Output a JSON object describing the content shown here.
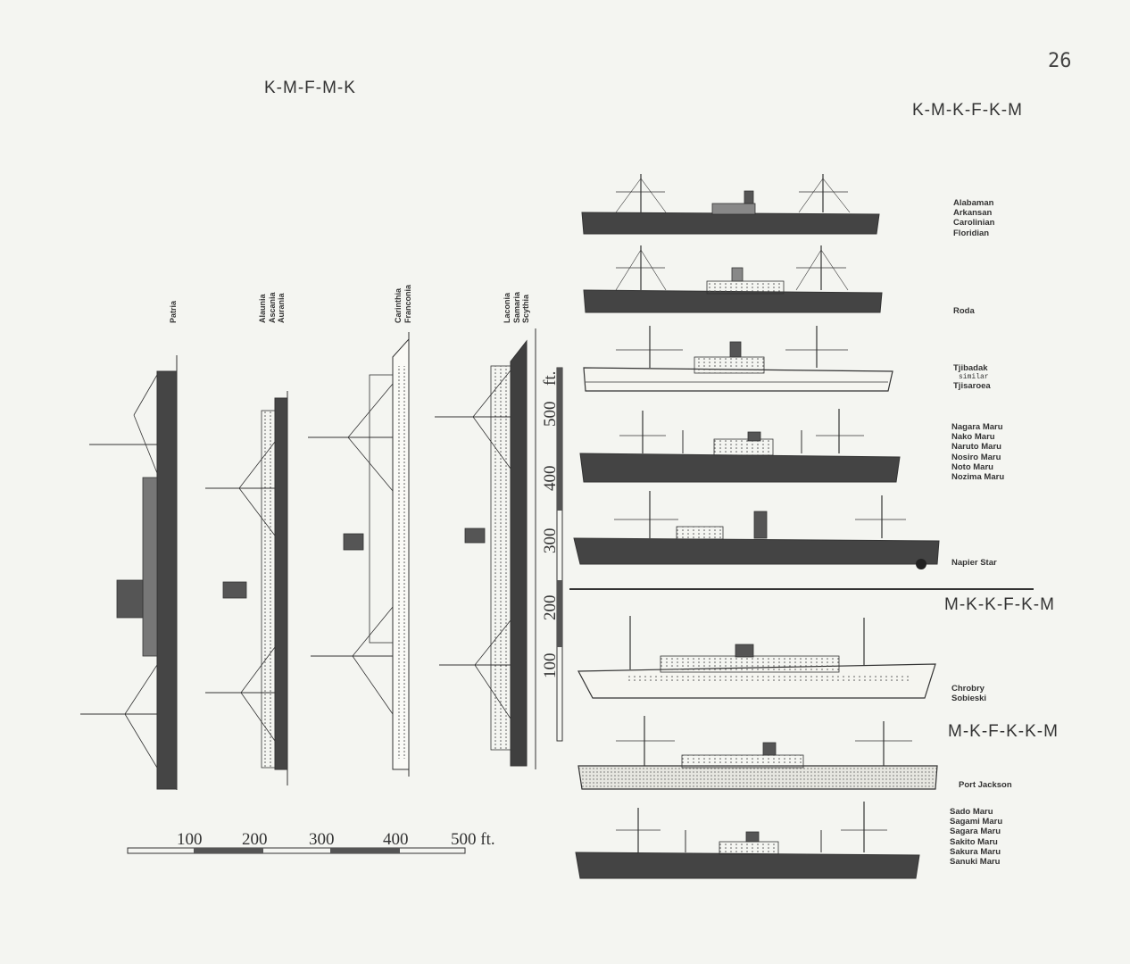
{
  "page_number": "26",
  "sections": {
    "left_heading": "K-M-F-M-K",
    "right_heading_1": "K-M-K-F-K-M",
    "right_heading_2": "M-K-K-F-K-M",
    "right_heading_3": "M-K-F-K-K-M"
  },
  "vertical_ships": [
    {
      "names": [
        "Patria"
      ]
    },
    {
      "names": [
        "Alaunia",
        "Ascania",
        "Aurania"
      ]
    },
    {
      "names": [
        "Carinthia",
        "Franconia"
      ]
    },
    {
      "names": [
        "Laconia",
        "Samaria",
        "Scythia"
      ]
    }
  ],
  "horizontal_ships": [
    {
      "names": [
        "Alabaman",
        "Arkansan",
        "Carolinian",
        "Floridian"
      ]
    },
    {
      "names": [
        "Roda"
      ]
    },
    {
      "names": [
        "Tjibadak"
      ],
      "note": "similar",
      "extra": "Tjisaroea"
    },
    {
      "names": [
        "Nagara Maru",
        "Nako Maru",
        "Naruto Maru",
        "Nosiro Maru",
        "Noto Maru",
        "Nozima Maru"
      ]
    },
    {
      "names": [
        "Napier Star"
      ]
    },
    {
      "names": [
        "Chrobry",
        "Sobieski"
      ]
    },
    {
      "names": [
        "Port Jackson"
      ]
    },
    {
      "names": [
        "Sado Maru",
        "Sagami Maru",
        "Sagara Maru",
        "Sakito Maru",
        "Sakura Maru",
        "Sanuki Maru"
      ]
    }
  ],
  "horizontal_scale": {
    "ticks": [
      "100",
      "200",
      "300",
      "400",
      "500 ft."
    ]
  },
  "vertical_scale": {
    "ticks": [
      "100",
      "200",
      "300",
      "400",
      "500"
    ],
    "unit": "ft."
  },
  "colors": {
    "ink": "#333333",
    "paper": "#f4f5f1",
    "hull": "#444444"
  }
}
